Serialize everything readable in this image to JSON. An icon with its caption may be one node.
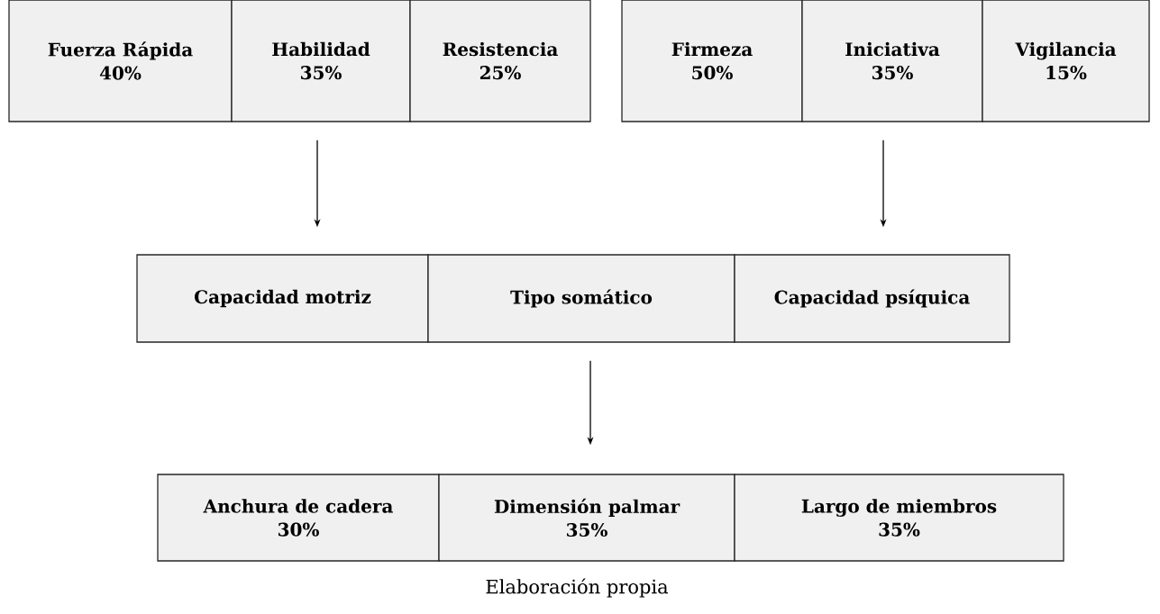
{
  "diagram": {
    "caption": "Elaboración propia",
    "nodes": [
      {
        "text": [
          "Fuerza Rápida",
          "40%"
        ]
      },
      {
        "text": [
          "Habilidad",
          "35%"
        ]
      },
      {
        "text": [
          "Resistencia",
          "25%"
        ]
      },
      {
        "text": [
          "Firmeza",
          "50%"
        ]
      },
      {
        "text": [
          "Iniciativa",
          "35%"
        ]
      },
      {
        "text": [
          "Vigilancia",
          "15%"
        ]
      },
      {
        "text": [
          "Capacidad motriz"
        ]
      },
      {
        "text": [
          "Tipo somático"
        ]
      },
      {
        "text": [
          "Capacidad psíquica"
        ]
      },
      {
        "text": [
          "Anchura de cadera",
          "30%"
        ]
      },
      {
        "text": [
          "Dimensión palmar",
          "35%"
        ]
      },
      {
        "text": [
          "Largo de miembros",
          "35%"
        ]
      }
    ],
    "edges": [
      {
        "from": 1,
        "to": 6,
        "arrow": "to"
      },
      {
        "from": 4,
        "to": 8,
        "arrow": "to"
      },
      {
        "from": 7,
        "to": 10,
        "arrow": "to"
      }
    ]
  }
}
